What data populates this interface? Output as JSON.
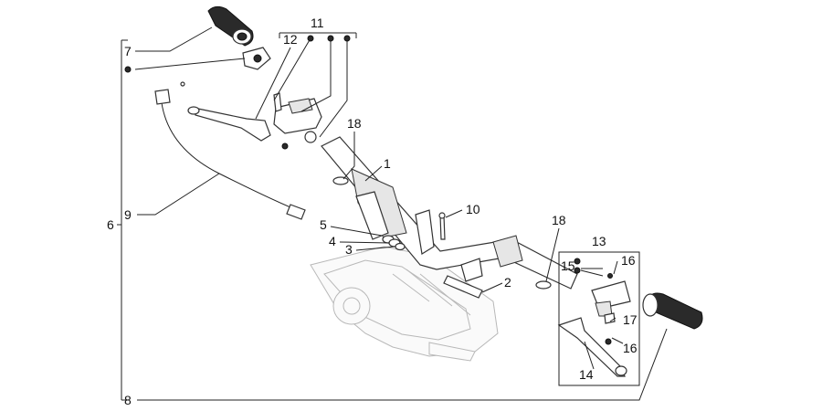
{
  "diagram": {
    "callouts": {
      "c1": "1",
      "c2": "2",
      "c3": "3",
      "c4": "4",
      "c5": "5",
      "c6": "6",
      "c7": "7",
      "c8": "8",
      "c9": "9",
      "c10": "10",
      "c11": "11",
      "c12": "12",
      "c13": "13",
      "c14": "14",
      "c15": "15",
      "c16a": "16",
      "c16b": "16",
      "c17": "17",
      "c18a": "18",
      "c18b": "18"
    }
  }
}
